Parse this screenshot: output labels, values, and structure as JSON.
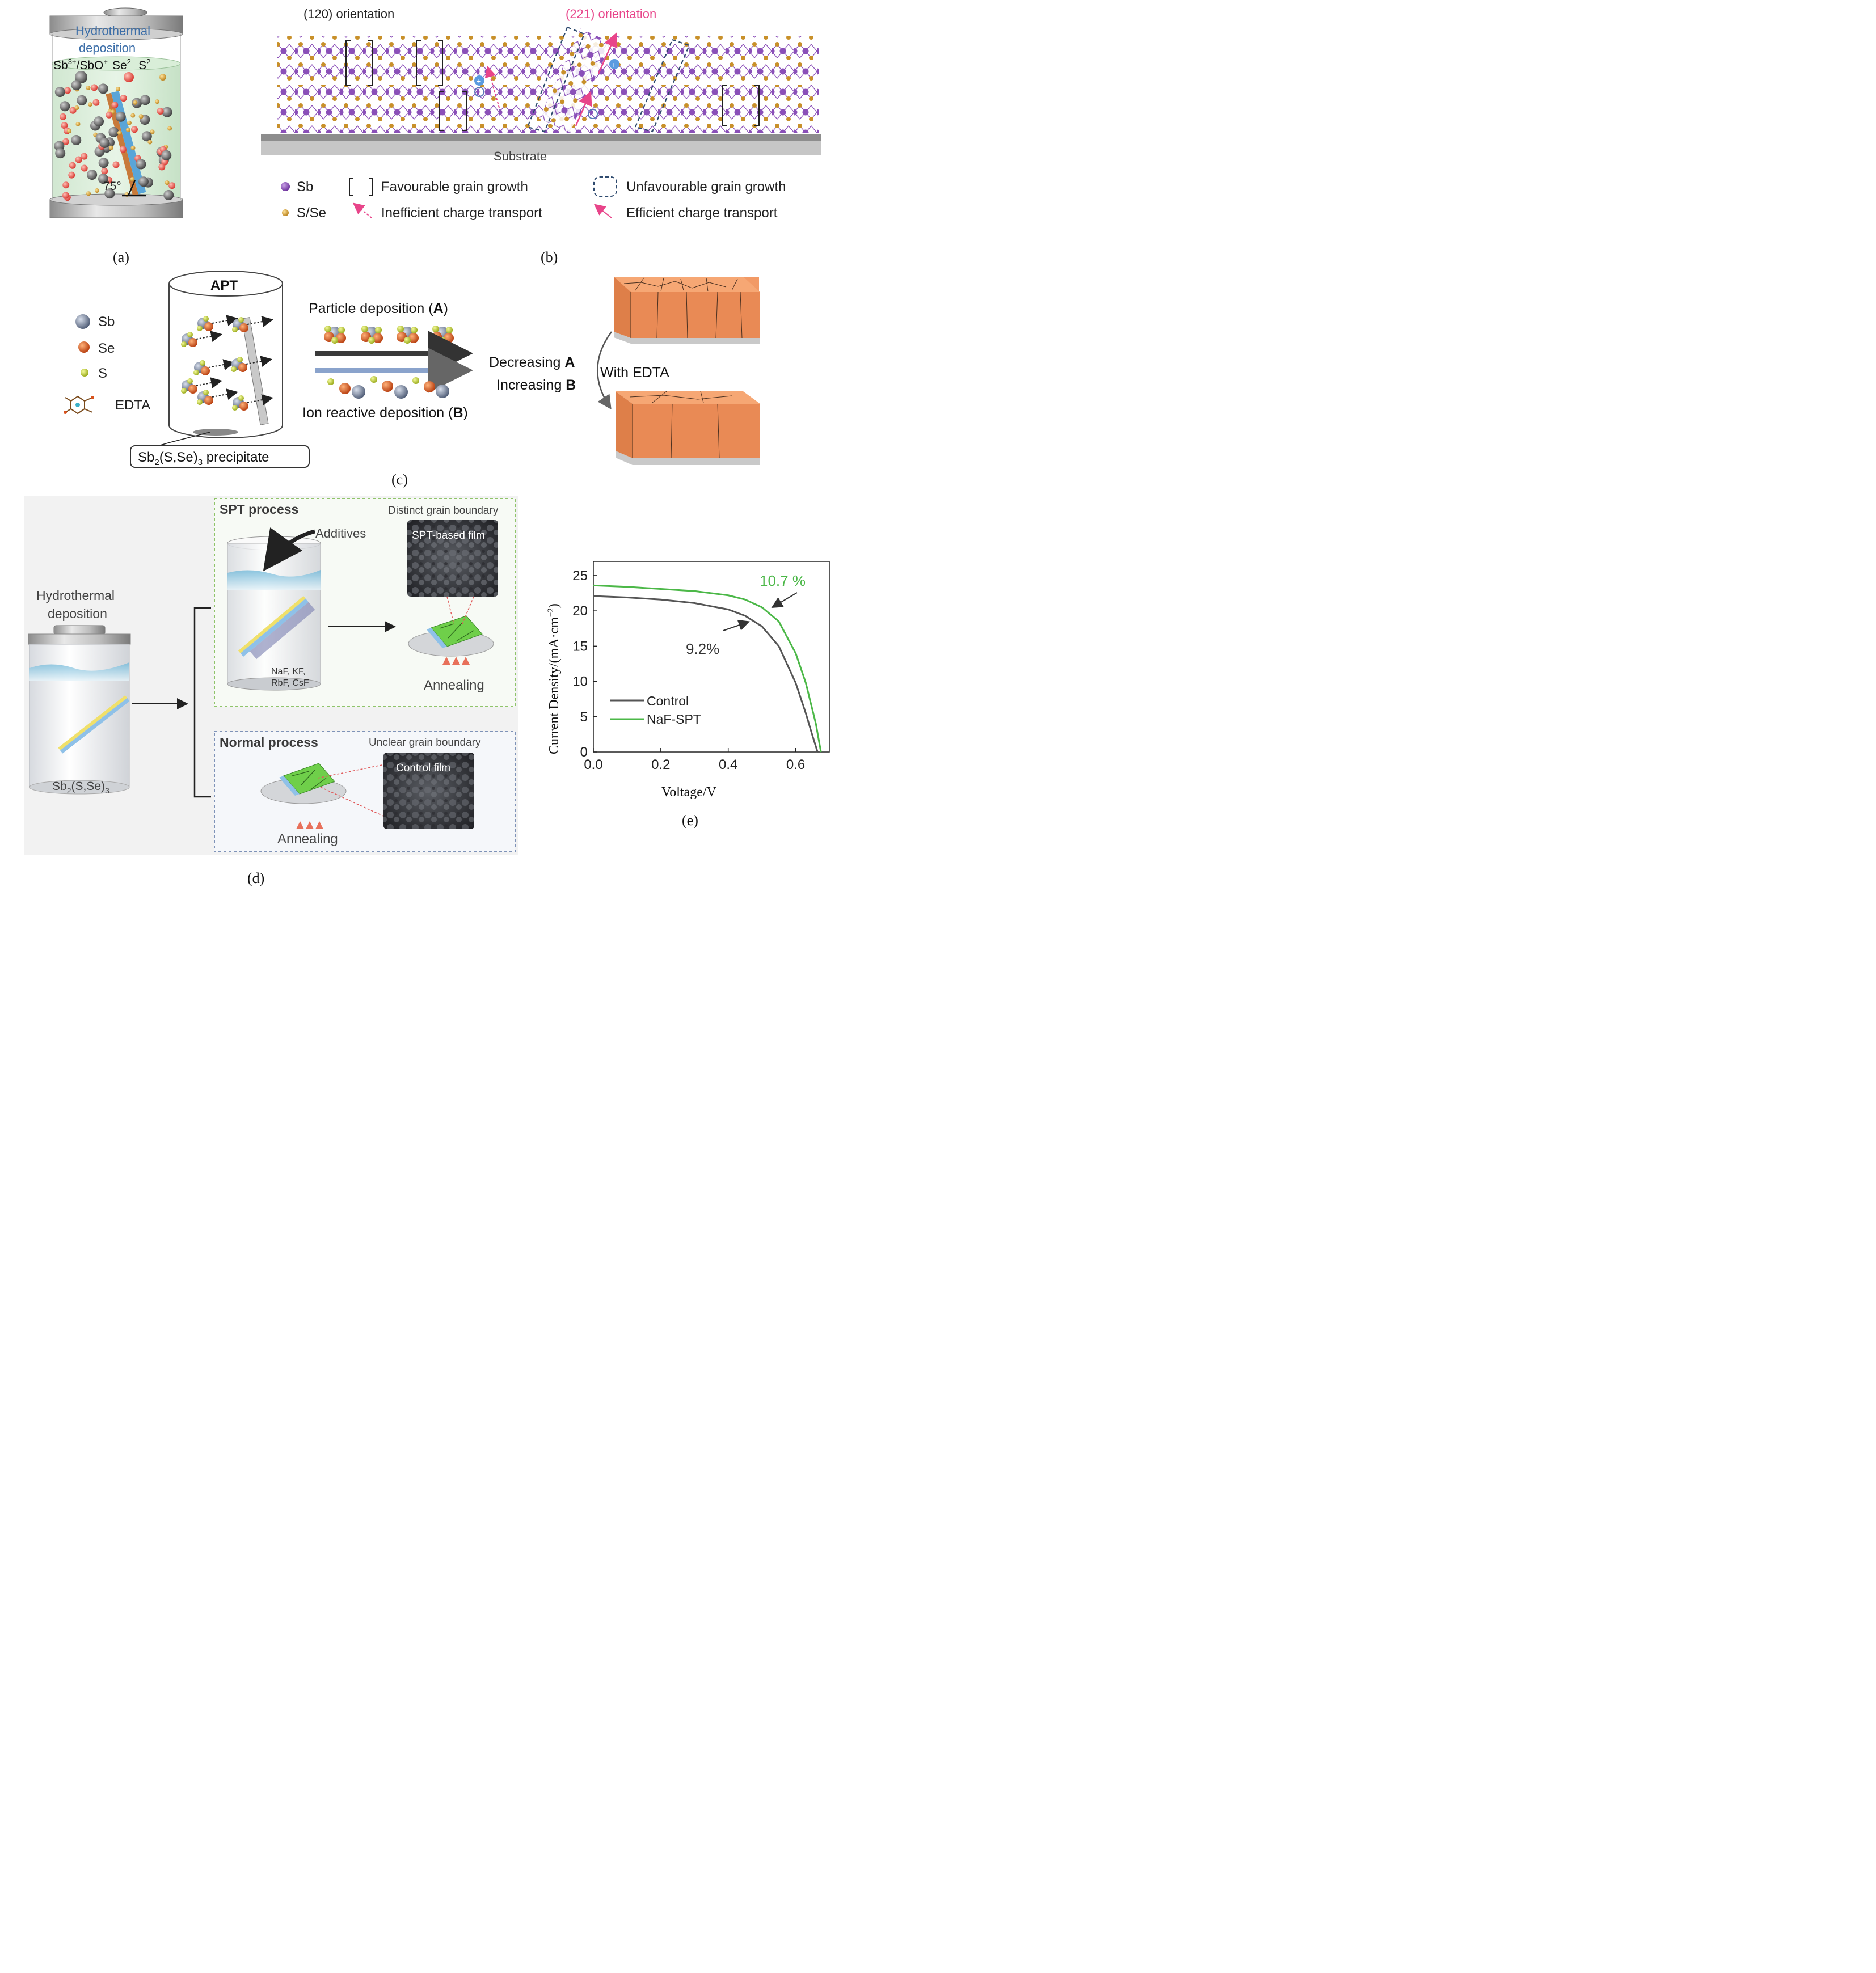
{
  "panel_a": {
    "caption": "(a)",
    "title_line1": "Hydrothermal",
    "title_line2": "deposition",
    "ion_sb": "Sb",
    "ion_sb_sup": "3+",
    "ion_sbo": "/SbO",
    "ion_sbo_sup": "+",
    "ion_se": "Se",
    "ion_se_sup": "2–",
    "ion_s": "S",
    "ion_s_sup": "2–",
    "angle": "75°"
  },
  "panel_b": {
    "caption": "(b)",
    "orientation_120": "(120) orientation",
    "orientation_221": "(221) orientation",
    "substrate": "Substrate",
    "legend_sb": "Sb",
    "legend_sse": "S/Se",
    "legend_favourable": "Favourable grain growth",
    "legend_unfavourable": "Unfavourable grain growth",
    "legend_inefficient": "Inefficient charge transport",
    "legend_efficient": "Efficient charge transport",
    "colors": {
      "sb": "#8a4fb8",
      "sse": "#c8902a",
      "pink": "#e8458a",
      "dashed_blue": "#2e4a6e"
    }
  },
  "panel_c": {
    "caption": "(c)",
    "legend_sb": "Sb",
    "legend_se": "Se",
    "legend_s": "S",
    "legend_edta": "EDTA",
    "vessel_label": "APT",
    "precipitate_pre": "Sb",
    "precipitate_sub1": "2",
    "precipitate_mid": "(S,Se)",
    "precipitate_sub2": "3",
    "precipitate_post": " precipitate",
    "particle_deposition": "Particle deposition (",
    "particle_deposition_bold": "A",
    "ion_deposition": "Ion reactive deposition (",
    "ion_deposition_bold": "B",
    "close_paren": ")",
    "decreasing": "Decreasing ",
    "decreasing_bold": "A",
    "increasing": "Increasing ",
    "increasing_bold": "B",
    "with_edta": "With EDTA",
    "colors": {
      "sb": "#7d8aa3",
      "se": "#d9531e",
      "s": "#c7d62a",
      "film": "#f0905a"
    }
  },
  "panel_d": {
    "caption": "(d)",
    "hydro_line1": "Hydrothermal",
    "hydro_line2": "deposition",
    "vessel_material_pre": "Sb",
    "vessel_material_sub1": "2",
    "vessel_material_mid": "(S,Se)",
    "vessel_material_sub2": "3",
    "spt_title": "SPT process",
    "additives": "Additives",
    "salts_line1": "NaF, KF,",
    "salts_line2": "RbF, CsF",
    "distinct_boundary": "Distinct grain boundary",
    "spt_film": "SPT-based film",
    "annealing_top": "Annealing",
    "normal_title": "Normal process",
    "unclear_boundary": "Unclear grain boundary",
    "control_film": "Control film",
    "annealing_bottom": "Annealing",
    "colors": {
      "spt_border": "#8fc46a",
      "normal_border": "#7f93b8",
      "flame": "#e8705a",
      "film_green": "#6fcf4a"
    }
  },
  "chart_data": {
    "type": "line",
    "caption": "(e)",
    "xlabel": "Voltage/V",
    "ylabel_pre": "Current Density/(mA·cm",
    "ylabel_sup": "−2",
    "ylabel_post": ")",
    "xlim": [
      0.0,
      0.7
    ],
    "ylim": [
      0,
      27
    ],
    "xticks": [
      "0.0",
      "0.2",
      "0.4",
      "0.6"
    ],
    "yticks": [
      "0",
      "5",
      "10",
      "15",
      "20",
      "25"
    ],
    "xtick_values": [
      0.0,
      0.2,
      0.4,
      0.6
    ],
    "ytick_values": [
      0,
      5,
      10,
      15,
      20,
      25
    ],
    "legend_position": "bottom-left",
    "series": [
      {
        "name": "Control",
        "color": "#555555",
        "x": [
          0.0,
          0.1,
          0.2,
          0.3,
          0.4,
          0.45,
          0.5,
          0.55,
          0.6,
          0.63,
          0.65,
          0.665
        ],
        "y": [
          22.1,
          21.9,
          21.6,
          21.1,
          20.2,
          19.3,
          17.8,
          15.0,
          9.8,
          5.5,
          2.3,
          0.0
        ]
      },
      {
        "name": "NaF-SPT",
        "color": "#4cb848",
        "x": [
          0.0,
          0.1,
          0.2,
          0.3,
          0.4,
          0.45,
          0.5,
          0.55,
          0.6,
          0.63,
          0.66,
          0.675
        ],
        "y": [
          23.6,
          23.4,
          23.1,
          22.8,
          22.2,
          21.6,
          20.5,
          18.5,
          14.0,
          9.8,
          4.0,
          0.0
        ]
      }
    ],
    "annotations": [
      {
        "text": "10.7 %",
        "color": "#4cb848"
      },
      {
        "text": "9.2%",
        "color": "#333333"
      }
    ]
  }
}
